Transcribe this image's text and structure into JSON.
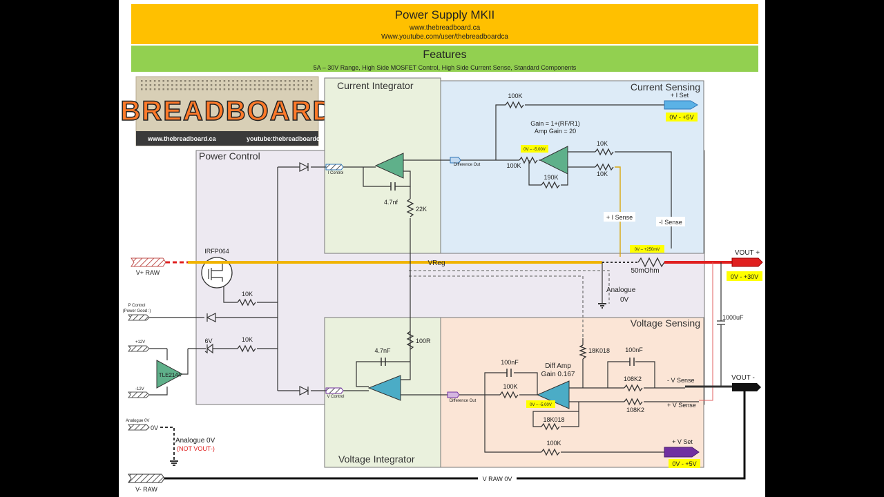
{
  "header": {
    "title": "Power Supply MKII",
    "url1": "www.thebreadboard.ca",
    "url2": "Www.youtube.com/user/thebreadboardca",
    "features_title": "Features",
    "features_text": "5A – 30V Range, High Side MOSFET Control,  High Side Current Sense,   Standard Components",
    "colors": {
      "title_bg": "#FFC000",
      "features_bg": "#92D050"
    }
  },
  "logo": {
    "word": "BREADBOARD",
    "caption_left": "www.thebreadboard.ca",
    "caption_right": "youtube:thebreadboardca"
  },
  "sections": {
    "current_integrator": "Current Integrator",
    "current_sensing": "Current Sensing",
    "power_control": "Power Control",
    "voltage_integrator": "Voltage Integrator",
    "voltage_sensing": "Voltage Sensing"
  },
  "current_sensing": {
    "r_fb_top": "100K",
    "iset_label": "+ I Set",
    "iset_range": "0V - +5V",
    "gain_formula": "Gain = 1+(RF/R1)",
    "amp_gain": "Amp Gain = 20",
    "opamp_range": "0V – -5.00V",
    "r_in": "100K",
    "r_10k_top": "10K",
    "r_10k_bottom": "10K",
    "r_190k": "190K",
    "plus_isense": "+ I Sense",
    "minus_isense": "-I Sense"
  },
  "current_integrator": {
    "cap": "4.7nf",
    "r22k": "22K",
    "i_control": "I Control",
    "difference_out": "Difference Out"
  },
  "power_control": {
    "mosfet": "IRFP064",
    "r10k_gate": "10K",
    "r10k_zener": "10K",
    "zener": "6V",
    "pcontrol_line1": "P Control",
    "pcontrol_line2": "(Power Good :)",
    "plus12": "+12V",
    "minus12": "-12V",
    "opamp": "TLE2144",
    "v_raw_plus": "V+ RAW",
    "analogue_0v_tag": "Analogue 0V",
    "zero_v": "0V",
    "analogue_0v": "Analogue 0V",
    "not_vout": "(NOT VOUT-)",
    "v_raw_minus": "V- RAW"
  },
  "power_rail": {
    "vreg": "VReg",
    "shunt_range": "0V – +250mV",
    "shunt": "50mOhm",
    "vout_plus": "VOUT +",
    "vout_range": "0V - +30V",
    "analogue": "Analogue",
    "analogue_0v": "0V",
    "cap": "1000uF",
    "vout_minus": "VOUT -",
    "v_raw_0v": "V RAW 0V"
  },
  "voltage_integrator": {
    "cap": "4.7nF",
    "r100": "100R",
    "v_control": "V Control",
    "difference_out": "Difference Out"
  },
  "voltage_sensing": {
    "c_100nf_left": "100nF",
    "r100k_in": "100K",
    "diff_amp": "Diff Amp",
    "diff_gain": "Gain 0.167",
    "opamp_range": "0V – -5.00V",
    "r18k_top": "18K018",
    "r18k_bottom": "18K018",
    "c_100nf_right": "100nF",
    "r108k_top": "108K2",
    "r108k_bottom": "108K2",
    "minus_vsense": "- V Sense",
    "plus_vsense": "+ V Sense",
    "r100k_vset": "100K",
    "vset_label": "+ V Set",
    "vset_range": "0V - +5V"
  }
}
